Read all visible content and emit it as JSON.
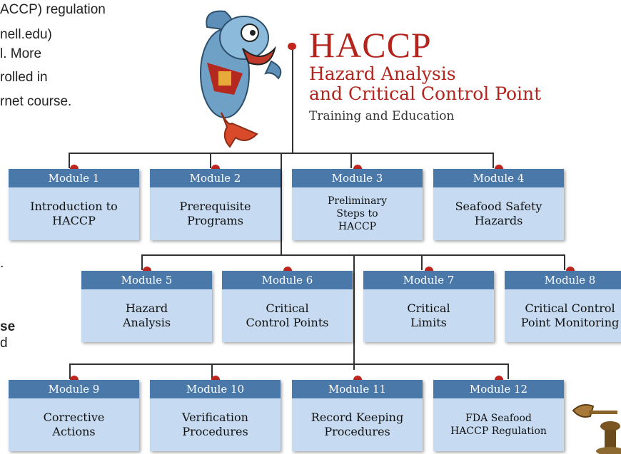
{
  "background_text": {
    "line1": "ACCP) regulation",
    "line2": "nell.edu)",
    "line3": "l. More",
    "line4": "rolled in",
    "line5": "rnet course.",
    "frag1": ".",
    "frag2": "se",
    "frag3": "d"
  },
  "header": {
    "title": "HACCP",
    "subtitle_line1": "Hazard Analysis",
    "subtitle_line2": "and Critical Control Point",
    "tagline": "Training and Education"
  },
  "modules": [
    {
      "header": "Module 1",
      "title": "Introduction to\nHACCP"
    },
    {
      "header": "Module 2",
      "title": "Prerequisite\nPrograms"
    },
    {
      "header": "Module 3",
      "title": "Preliminary\nSteps to\nHACCP"
    },
    {
      "header": "Module 4",
      "title": "Seafood Safety\nHazards"
    },
    {
      "header": "Module 5",
      "title": "Hazard\nAnalysis"
    },
    {
      "header": "Module 6",
      "title": "Critical\nControl Points"
    },
    {
      "header": "Module 7",
      "title": "Critical\nLimits"
    },
    {
      "header": "Module 8",
      "title": "Critical Control\nPoint Monitoring"
    },
    {
      "header": "Module 9",
      "title": "Corrective\nActions"
    },
    {
      "header": "Module 10",
      "title": "Verification\nProcedures"
    },
    {
      "header": "Module 11",
      "title": "Record Keeping\nProcedures"
    },
    {
      "header": "Module 12",
      "title": "FDA Seafood\nHACCP Regulation"
    }
  ],
  "colors": {
    "title_red": "#b3241d",
    "module_header": "#4a78a8",
    "module_body": "#c6dbf1",
    "connector_dot": "#c0261d"
  },
  "icons": [
    "fish-mascot-icon",
    "scales-icon"
  ]
}
